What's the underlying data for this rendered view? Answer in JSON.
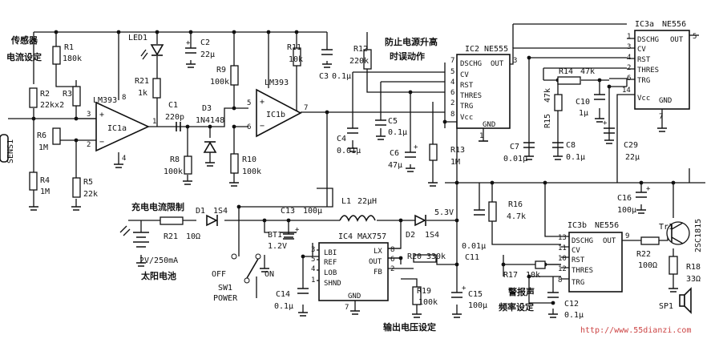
{
  "annotations": {
    "sensor_current_setting": "传感器\n电流设定",
    "prevent_supply_false_trigger": "防止电源升高\n时误动作",
    "charge_current_limit": "充电电流限制",
    "solar_cell": "太阳电池",
    "solar_spec": "2V/250mA",
    "output_voltage_setting": "输出电压设定",
    "alarm_freq_setting": "警报声\n频率设定",
    "watermark": "http://www.55dianzi.com"
  },
  "ics": {
    "ic1a": {
      "name": "IC1a",
      "part": "LM393",
      "pins": [
        "3",
        "2",
        "8",
        "1",
        "4"
      ]
    },
    "ic1b": {
      "name": "IC1b",
      "part": "LM393",
      "pins": [
        "5",
        "6",
        "7"
      ]
    },
    "ic2": {
      "name": "IC2",
      "part": "NE555",
      "pins": [
        "DSCHG",
        "OUT",
        "CV",
        "RST",
        "THRES",
        "TRG",
        "Vcc",
        "GND"
      ],
      "pin_numbers": [
        "7",
        "3",
        "5",
        "4",
        "6",
        "2",
        "8",
        "1"
      ]
    },
    "ic3a": {
      "name": "IC3a",
      "part": "NE556",
      "pins": [
        "DSCHG",
        "OUT",
        "CV",
        "RST",
        "THRES",
        "TRG",
        "Vcc",
        "GND"
      ],
      "pin_numbers": [
        "1",
        "5",
        "3",
        "4",
        "2",
        "6",
        "14",
        "7"
      ]
    },
    "ic3b": {
      "name": "IC3b",
      "part": "NE556",
      "pins": [
        "DSCHG",
        "OUT",
        "CV",
        "RST",
        "THRES",
        "TRG"
      ],
      "pin_numbers": [
        "13",
        "9",
        "11",
        "10",
        "12",
        "8"
      ]
    },
    "ic4": {
      "name": "IC4",
      "part": "MAX757",
      "pins": [
        "LBI",
        "REF",
        "LOB",
        "SHND",
        "LX",
        "OUT",
        "FB",
        "GND"
      ],
      "pin_numbers": [
        "3",
        "5",
        "4",
        "1",
        "8",
        "6",
        "2",
        "7"
      ]
    }
  },
  "components": {
    "R1": {
      "name": "R1",
      "value": "180k"
    },
    "R2": {
      "name": "R2",
      "value": "22kx2"
    },
    "R3": {
      "name": "R3",
      "value": ""
    },
    "R4": {
      "name": "R4",
      "value": "1M"
    },
    "R5": {
      "name": "R5",
      "value": "22k"
    },
    "R6": {
      "name": "R6",
      "value": "1M"
    },
    "R8": {
      "name": "R8",
      "value": "100k"
    },
    "R9": {
      "name": "R9",
      "value": "100k"
    },
    "R10": {
      "name": "R10",
      "value": "100k"
    },
    "R11": {
      "name": "R11",
      "value": "10k"
    },
    "R12": {
      "name": "R12",
      "value": "220k"
    },
    "R13": {
      "name": "R13",
      "value": "1M"
    },
    "R14": {
      "name": "R14",
      "value": "47k"
    },
    "R15": {
      "name": "R15",
      "value": "47k"
    },
    "R16": {
      "name": "R16",
      "value": "4.7k"
    },
    "R17": {
      "name": "R17",
      "value": "10k"
    },
    "R18": {
      "name": "R18",
      "value": "33Ω"
    },
    "R19": {
      "name": "R19",
      "value": "100k"
    },
    "R20": {
      "name": "R20",
      "value": "330k"
    },
    "R21a": {
      "name": "R21",
      "value": "1k"
    },
    "R21b": {
      "name": "R21",
      "value": "10Ω"
    },
    "R22": {
      "name": "R22",
      "value": "100Ω"
    },
    "C1": {
      "name": "C1",
      "value": "220p"
    },
    "C2": {
      "name": "C2",
      "value": "22µ"
    },
    "C3": {
      "name": "C3",
      "value": "0.1µ"
    },
    "C4": {
      "name": "C4",
      "value": "0.01µ"
    },
    "C5": {
      "name": "C5",
      "value": "0.1µ"
    },
    "C6": {
      "name": "C6",
      "value": "47µ"
    },
    "C7": {
      "name": "C7",
      "value": "0.01µ"
    },
    "C8": {
      "name": "C8",
      "value": "0.1µ"
    },
    "C10": {
      "name": "C10",
      "value": "1µ"
    },
    "C11": {
      "name": "C11",
      "value": "0.01µ"
    },
    "C12": {
      "name": "C12",
      "value": "0.1µ"
    },
    "C13": {
      "name": "C13",
      "value": "100µ"
    },
    "C14": {
      "name": "C14",
      "value": "0.1µ"
    },
    "C15": {
      "name": "C15",
      "value": "100µ"
    },
    "C16": {
      "name": "C16",
      "value": "100µ"
    },
    "C29": {
      "name": "C29",
      "value": "22µ"
    },
    "L1": {
      "name": "L1",
      "value": "22µH"
    },
    "D1": {
      "name": "D1",
      "value": "1S4"
    },
    "D2": {
      "name": "D2",
      "value": "1S4"
    },
    "D3": {
      "name": "D3",
      "value": "1N4148"
    },
    "LED1": {
      "name": "LED1"
    },
    "BT1": {
      "name": "BT1",
      "value": "1.2V"
    },
    "TR1": {
      "name": "Tr1",
      "value": "2SC1815"
    },
    "SP1": {
      "name": "SP1"
    },
    "SENS1": {
      "name": "SENS1"
    },
    "SW1": {
      "name": "SW1",
      "label": "POWER",
      "off": "OFF",
      "on": "ON"
    }
  },
  "nets": {
    "v_out": "5.3V"
  }
}
